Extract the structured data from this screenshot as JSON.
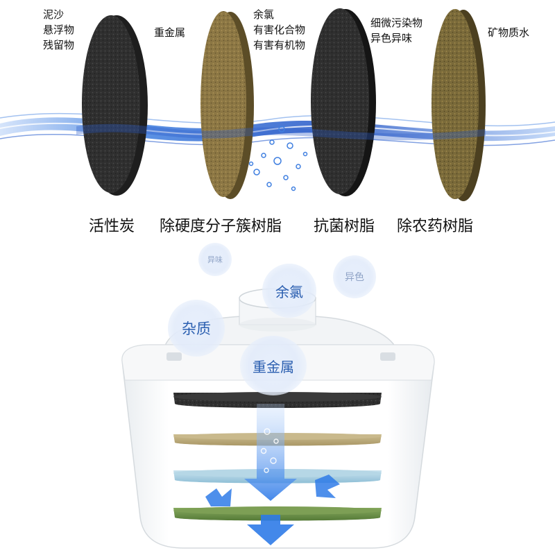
{
  "top_notes": {
    "n1": "泥沙\n悬浮物\n残留物",
    "n2": "重金属",
    "n3": "余氯\n有害化合物\n有害有机物",
    "n4": "细微污染物\n异色异味",
    "n5": "矿物质水"
  },
  "filter_labels": [
    "活性炭",
    "除硬度分子簇树脂",
    "抗菌树脂",
    "除农药树脂"
  ],
  "bubbles": {
    "odor": "异味",
    "color": "异色",
    "chlorine": "余氯",
    "impurities": "杂质",
    "heavy_metal": "重金属"
  },
  "colors": {
    "carbon": "#2e2e2e",
    "resin_gold": "#8a7644",
    "water_blue": "#2f6fd6",
    "bubble_text": "#2b5fb0",
    "bubble_faint": "#8fa3c6",
    "layer_tan": "#b8a779",
    "layer_lightblue": "#a8cfe0",
    "layer_green": "#6a8f48"
  }
}
